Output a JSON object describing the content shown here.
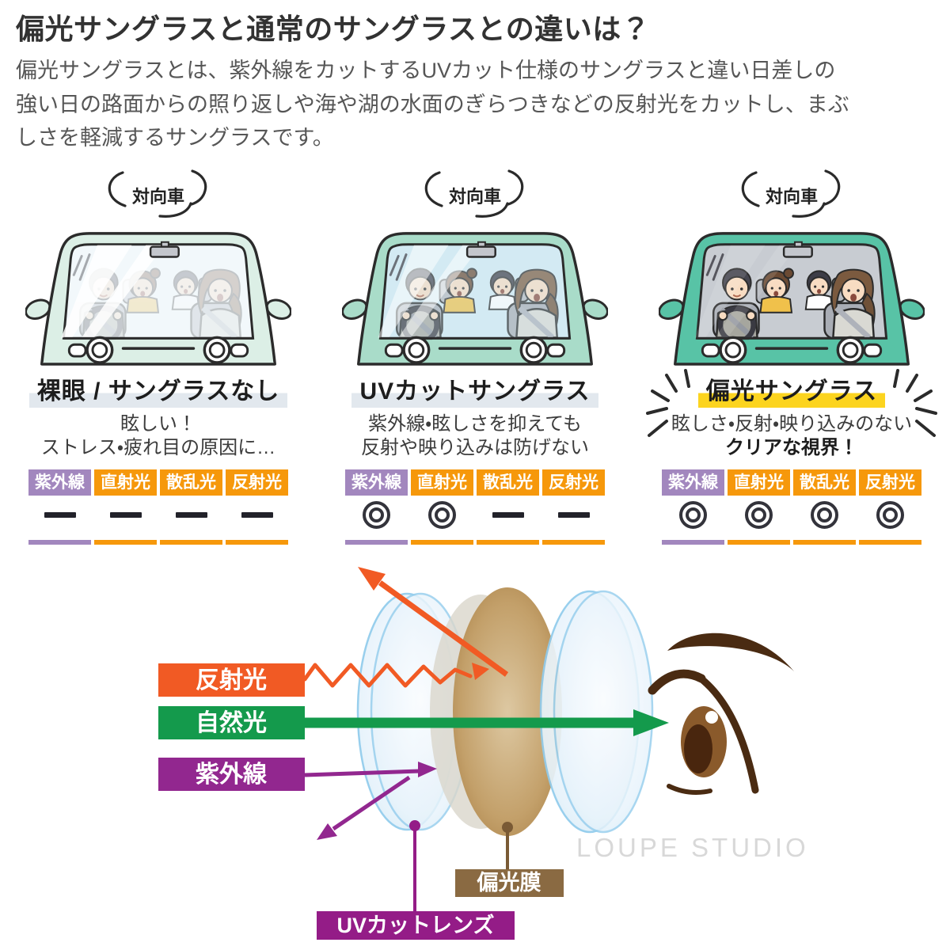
{
  "header": {
    "title": "偏光サングラスと通常のサングラスとの違いは？",
    "intro_line1": "偏光サングラスとは、紫外線をカットするUVカット仕様のサングラスと違い日差しの",
    "intro_line2": "強い日の路面からの照り返しや海や湖の水面のぎらつきなどの反射光をカットし、まぶ",
    "intro_line3": "しさを軽減するサングラスです。"
  },
  "columns": [
    {
      "balloon": "対向車",
      "label": "裸眼 / サングラスなし",
      "desc_line1": "眩しい！",
      "desc_line2": "ストレス・疲れ目の原因に…",
      "table": {
        "headers": [
          "紫外線",
          "直射光",
          "散乱光",
          "反射光"
        ],
        "marks": [
          "—",
          "—",
          "—",
          "—"
        ]
      }
    },
    {
      "balloon": "対向車",
      "label": "UVカットサングラス",
      "desc_line1": "紫外線・眩しさを抑えても",
      "desc_line2": "反射や映り込みは防げない",
      "table": {
        "headers": [
          "紫外線",
          "直射光",
          "散乱光",
          "反射光"
        ],
        "marks": [
          "◎",
          "◎",
          "—",
          "—"
        ]
      }
    },
    {
      "balloon": "対向車",
      "label": "偏光サングラス",
      "desc_line1": "眩しさ・反射・映り込みのない",
      "desc_line2": "クリアな視界！",
      "table": {
        "headers": [
          "紫外線",
          "直射光",
          "散乱光",
          "反射光"
        ],
        "marks": [
          "◎",
          "◎",
          "◎",
          "◎"
        ]
      }
    }
  ],
  "diagram": {
    "reflected_light_label": "反射光",
    "natural_light_label": "自然光",
    "uv_label": "紫外線",
    "polarizing_film_label": "偏光膜",
    "uv_cut_lens_label": "UVカットレンズ"
  },
  "watermark": "LOUPE STUDIO",
  "colors": {
    "header_purple": "#a287be",
    "header_orange": "#f6980b",
    "reflected_orange": "#f15a24",
    "natural_green": "#149a4c",
    "uv_purple": "#92278f",
    "film_brown": "#8a6a42",
    "uv_lens_magenta": "#941c87",
    "polarized_highlight_yellow": "#fcd41f",
    "label_highlight_gray": "#e2e8ee",
    "car_mint": "#58c3a6"
  }
}
